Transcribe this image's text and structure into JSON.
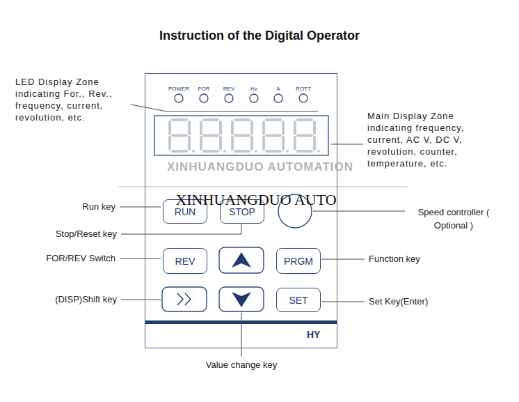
{
  "diagram": {
    "title": "Instruction of the Digital Operator",
    "nodes": [
      {
        "text": [
          "HY"
        ]
      },
      {
        "text": [
          "RUN"
        ],
        "in": 0
      },
      {
        "text": [
          "STOP"
        ],
        "in": 0
      },
      {
        "text": [
          "REV"
        ],
        "in": 0
      },
      {
        "text": [
          "PRGM"
        ],
        "in": 0
      },
      {
        "text": [
          "SET"
        ],
        "in": 0
      }
    ],
    "labels": [
      "POWER",
      "FOR",
      "REV",
      "Hz",
      "A",
      "ROTT",
      "LED Display Zone indicating For., Rev., frequency, current, revolution, etc.",
      "Main Display Zone indicating frequency, current, AC V, DC V, revolution, counter, temperature, etc.",
      "XINHUANGDUO AUTOMATION",
      "XINHUANGDUO AUTO",
      "Run key",
      "Stop/Reset key",
      "Speed controller ( Optional )",
      "FOR/REV Switch",
      "Function key",
      "(DISP)Shift key",
      "Set Key(Enter)",
      "Value change key"
    ]
  }
}
